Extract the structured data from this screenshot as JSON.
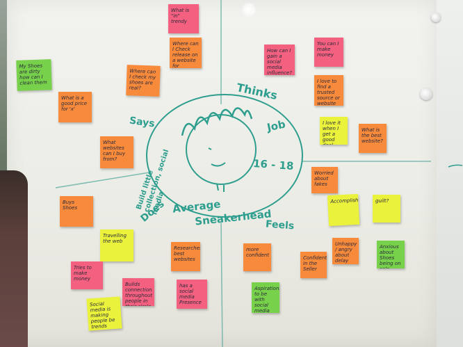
{
  "scene": {
    "description_name": "empathy-map-whiteboard",
    "colors": {
      "pink": "#f4607f",
      "orange": "#f88a3c",
      "yellow": "#eaf23c",
      "green": "#77d14a",
      "marker": "#2d9e8e"
    }
  },
  "labels": {
    "says": "Says",
    "thinks": "Thinks",
    "does": "Does",
    "feels": "Feels",
    "persona_line1": "Average",
    "persona_line2": "Sneakerhead",
    "age": "16 - 18",
    "job": "Job",
    "build": "Build little collection, social media"
  },
  "notes": [
    {
      "id": "n1",
      "color": "pink",
      "text": "What is \"in\" trendy"
    },
    {
      "id": "n2",
      "color": "orange",
      "text": "Where can I Check release on a website for availability"
    },
    {
      "id": "n3",
      "color": "green",
      "text": "My Shoes are dirty how can I clean them"
    },
    {
      "id": "n4",
      "color": "orange",
      "text": "What is a good price for 'x'"
    },
    {
      "id": "n5",
      "color": "orange",
      "text": "Where can I check my shoes are real?"
    },
    {
      "id": "n6",
      "color": "pink",
      "text": "How can I gain a social media influence?"
    },
    {
      "id": "n7",
      "color": "pink",
      "text": "You can I make money"
    },
    {
      "id": "n8",
      "color": "orange",
      "text": "I love to find a trusted source or website"
    },
    {
      "id": "n9",
      "color": "yellow",
      "text": "I love it when I get a good deal"
    },
    {
      "id": "n10",
      "color": "orange",
      "text": "What is the best website?"
    },
    {
      "id": "n11",
      "color": "orange",
      "text": "What websites can I buy from?"
    },
    {
      "id": "n12",
      "color": "orange",
      "text": "Worried about fakes"
    },
    {
      "id": "n13",
      "color": "orange",
      "text": "Buys Shoes"
    },
    {
      "id": "n14",
      "color": "yellow",
      "text": "Accomplishment"
    },
    {
      "id": "n15",
      "color": "yellow",
      "text": "guilt?"
    },
    {
      "id": "n16",
      "color": "yellow",
      "text": "Travelling the web"
    },
    {
      "id": "n17",
      "color": "orange",
      "text": "Researches best websites"
    },
    {
      "id": "n18",
      "color": "orange",
      "text": "more confident"
    },
    {
      "id": "n19",
      "color": "orange",
      "text": "Unhappy / angry about delay"
    },
    {
      "id": "n20",
      "color": "green",
      "text": "Anxious about Shoes being on sale"
    },
    {
      "id": "n21",
      "color": "pink",
      "text": "Tries to make money"
    },
    {
      "id": "n22",
      "color": "orange",
      "text": "Confident in the Seller"
    },
    {
      "id": "n23",
      "color": "pink",
      "text": "Builds connection throughout people in their circle"
    },
    {
      "id": "n24",
      "color": "pink",
      "text": "has a social media Presence"
    },
    {
      "id": "n25",
      "color": "green",
      "text": "Aspirations to be with social media influencers"
    },
    {
      "id": "n26",
      "color": "yellow",
      "text": "Social media is making people be trends"
    }
  ]
}
